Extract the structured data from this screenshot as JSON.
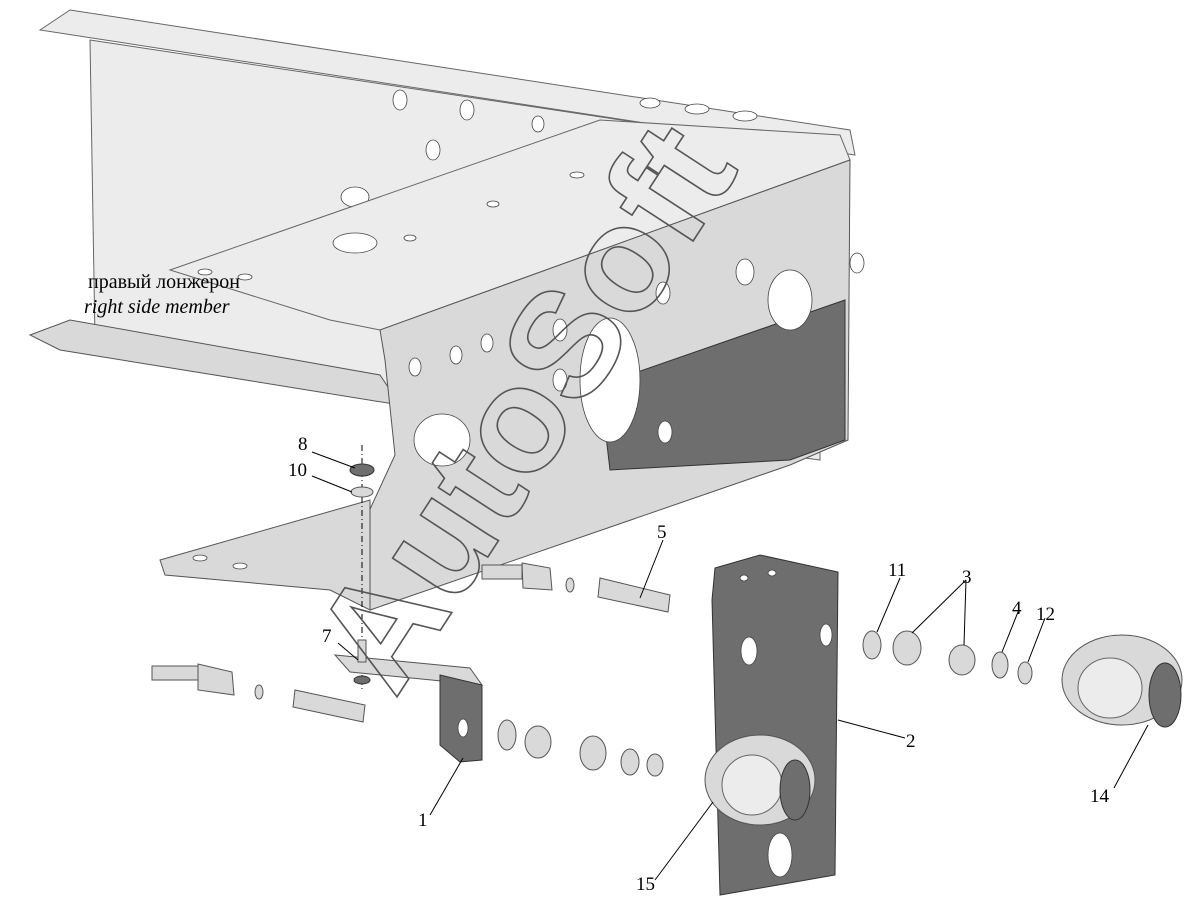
{
  "captions": {
    "ru": "правый лонжерон",
    "en": "right side member"
  },
  "watermark": "AutoSoft",
  "callouts": [
    {
      "key": "c1",
      "text": "1"
    },
    {
      "key": "c2",
      "text": "2"
    },
    {
      "key": "c3",
      "text": "3"
    },
    {
      "key": "c4",
      "text": "4"
    },
    {
      "key": "c5",
      "text": "5"
    },
    {
      "key": "c7",
      "text": "7"
    },
    {
      "key": "c8",
      "text": "8"
    },
    {
      "key": "c10",
      "text": "10"
    },
    {
      "key": "c11",
      "text": "11"
    },
    {
      "key": "c12",
      "text": "12"
    },
    {
      "key": "c14",
      "text": "14"
    },
    {
      "key": "c15",
      "text": "15"
    }
  ],
  "colors": {
    "background": "#ffffff",
    "metal": "#d9d9d9",
    "metal_dark": "#6e6e6e",
    "lines": "#000000"
  }
}
